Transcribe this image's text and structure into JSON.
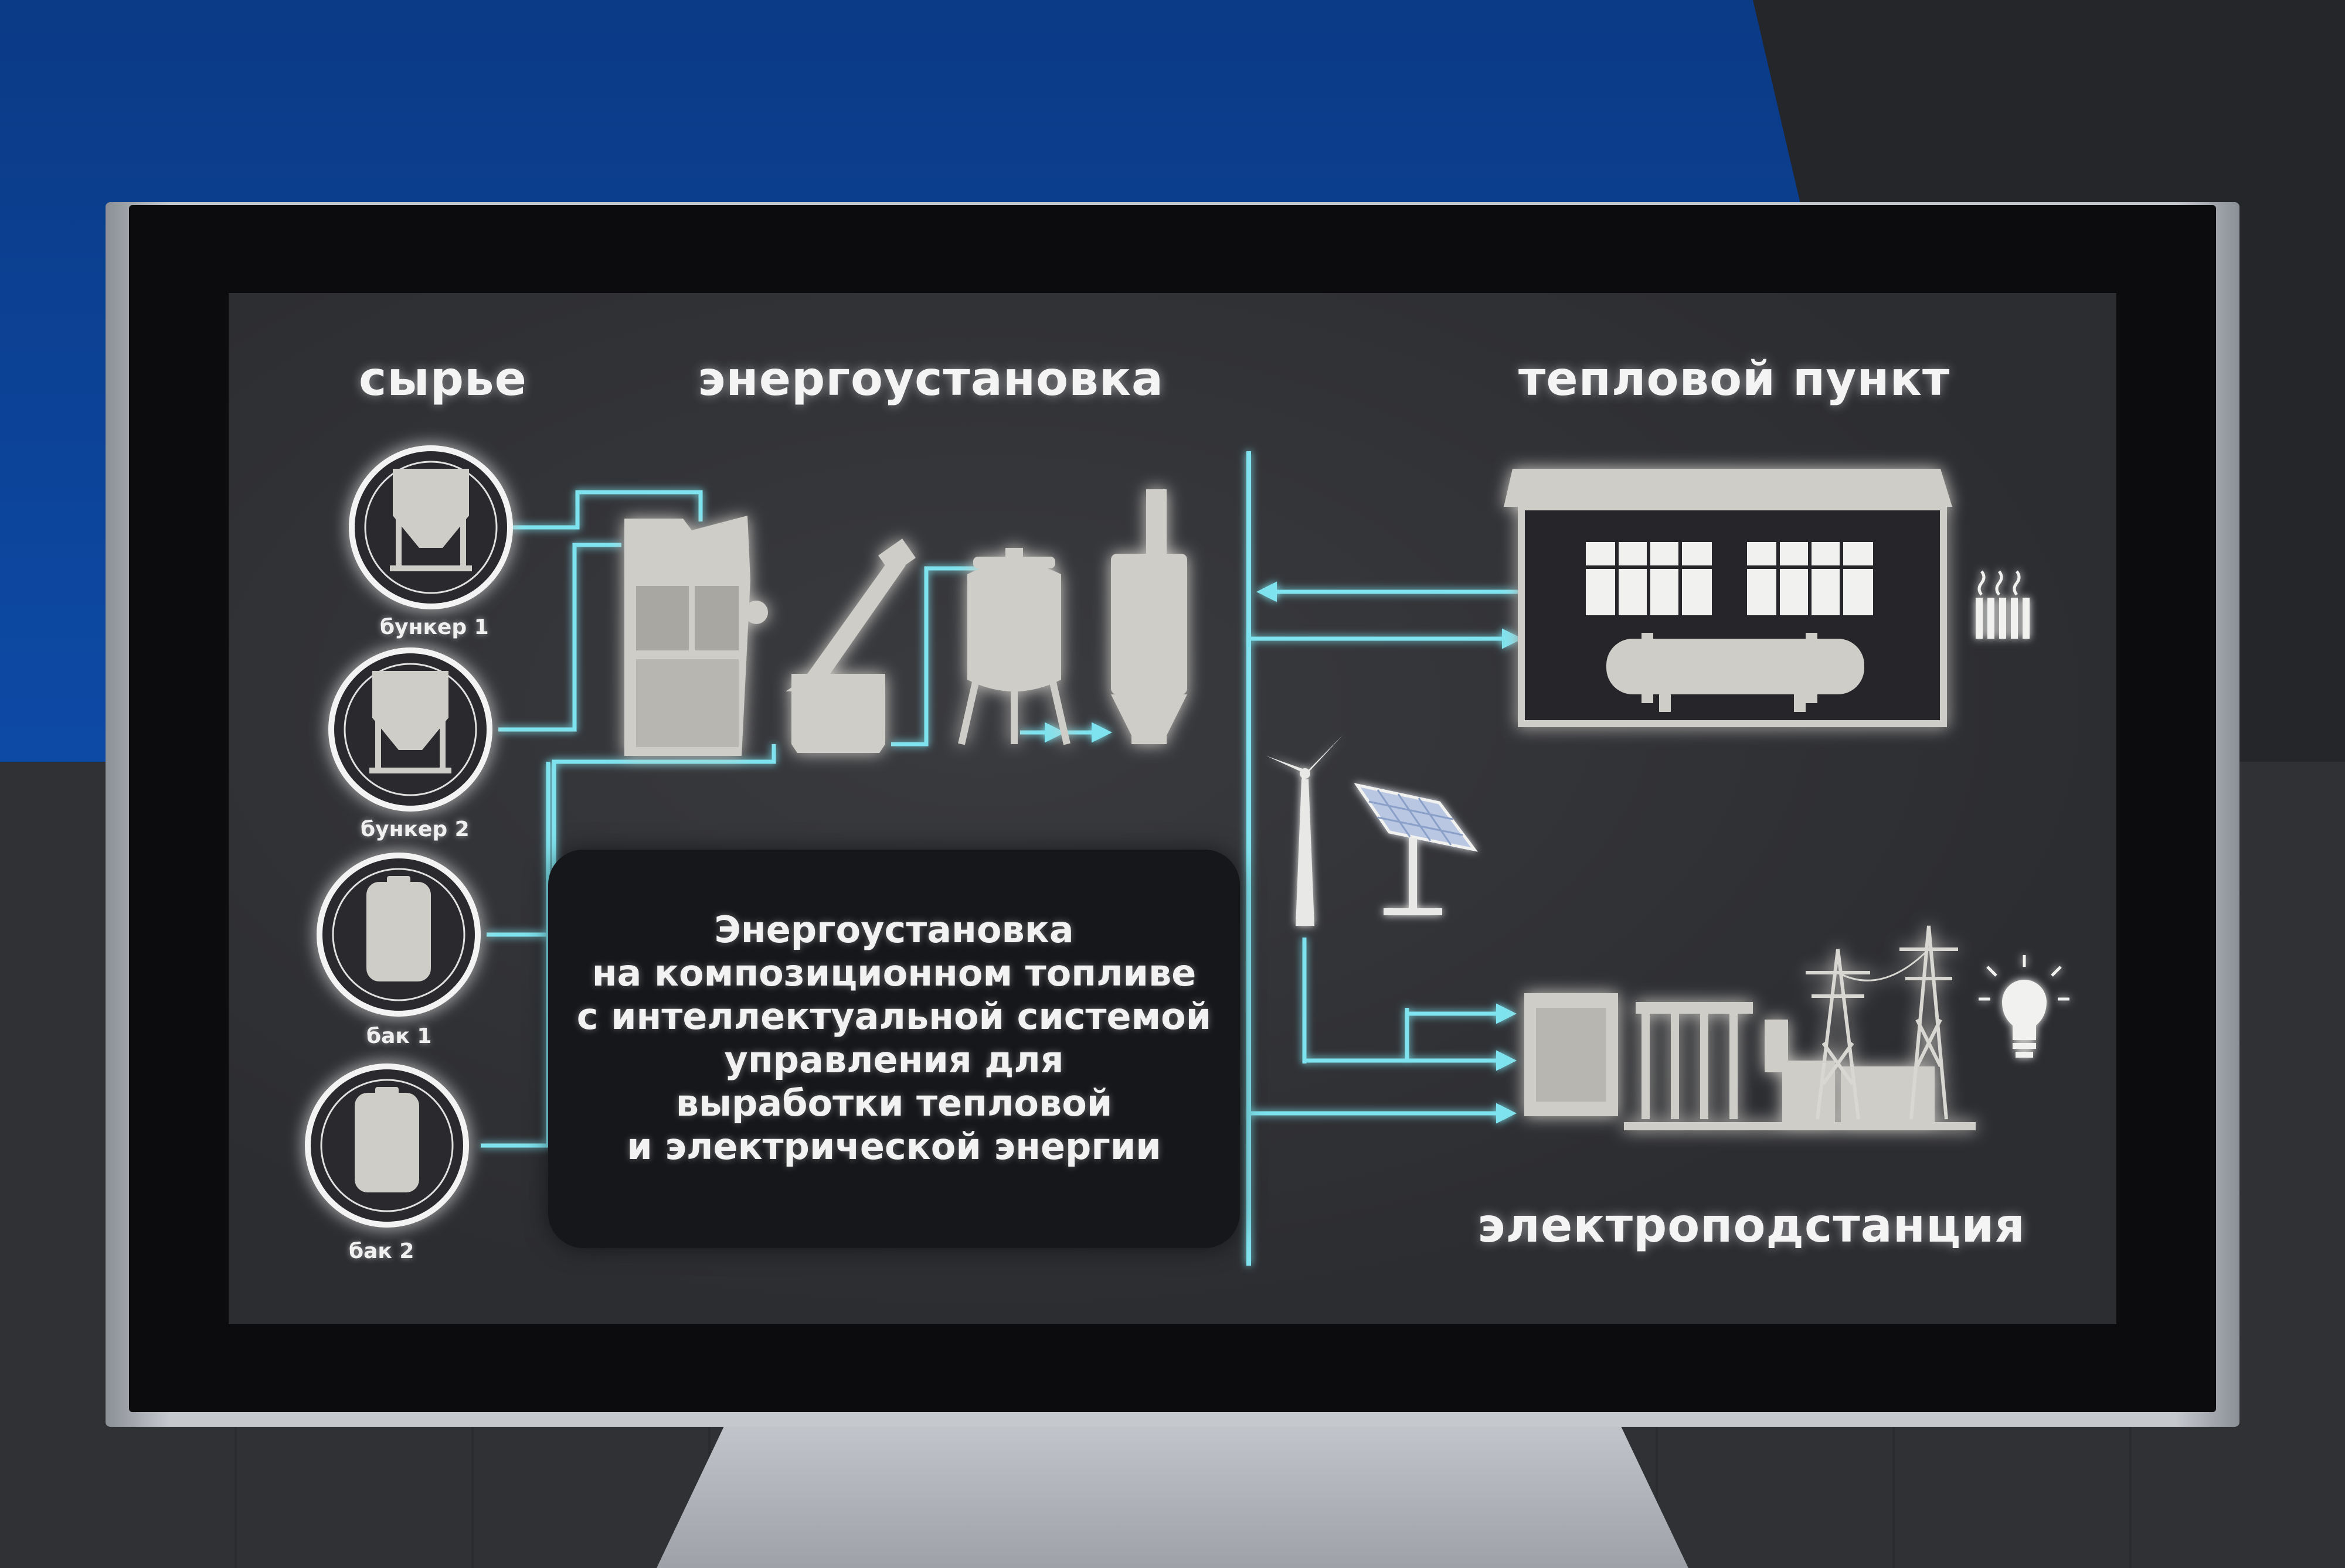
{
  "headers": {
    "raw": "сырье",
    "plant": "энергоустановка",
    "heat": "тепловой пункт",
    "substation": "электроподстанция"
  },
  "inputs": [
    {
      "label": "бункер 1",
      "icon": "hopper-icon"
    },
    {
      "label": "бункер 2",
      "icon": "hopper-icon"
    },
    {
      "label": "бак 1",
      "icon": "tank-icon"
    },
    {
      "label": "бак 2",
      "icon": "tank-icon"
    }
  ],
  "description": {
    "lines": [
      "Энергоустановка",
      "на композиционном топливе",
      "с интеллектуальной системой",
      "управления для",
      "выработки тепловой",
      "и электрической энергии"
    ]
  },
  "colors": {
    "flow_line": "#7ee3ee",
    "equipment": "#cfcdc8",
    "screen_bg": "#2e2f33",
    "text": "#f4f4f4"
  }
}
